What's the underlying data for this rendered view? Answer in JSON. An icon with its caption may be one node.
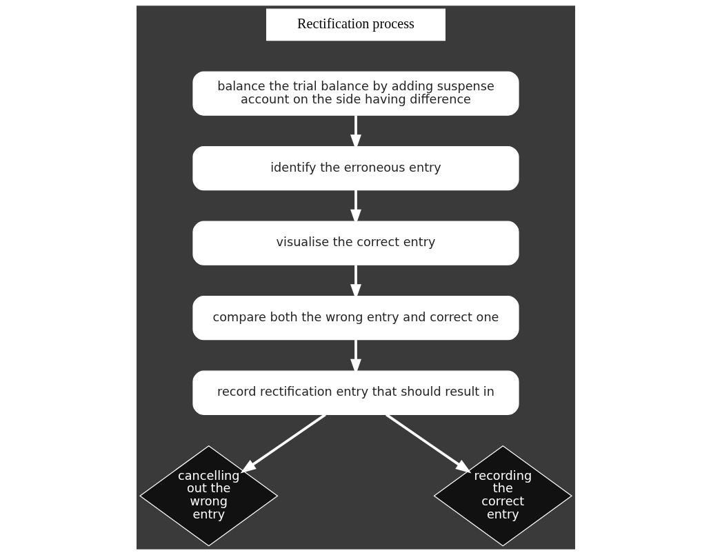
{
  "diagram": {
    "title": "Rectification process",
    "nodes": [
      {
        "text": [
          "balance the trial balance by adding suspense account on the side having difference"
        ]
      },
      {
        "text": [
          "identify the erroneous entry"
        ]
      },
      {
        "text": [
          "visualise the correct entry"
        ]
      },
      {
        "text": [
          "compare both the wrong entry and correct one"
        ]
      },
      {
        "text": [
          "record rectification entry that should result in"
        ]
      },
      {
        "text": [
          "cancelling out the wrong entry"
        ]
      },
      {
        "text": [
          "recording the correct entry"
        ]
      }
    ],
    "edges": [
      {
        "from": 0,
        "to": 1,
        "arrow": "to"
      },
      {
        "from": 1,
        "to": 2,
        "arrow": "to"
      },
      {
        "from": 2,
        "to": 3,
        "arrow": "to"
      },
      {
        "from": 3,
        "to": 4,
        "arrow": "to"
      },
      {
        "from": 4,
        "to": 5,
        "arrow": "to"
      },
      {
        "from": 4,
        "to": 6,
        "arrow": "to"
      }
    ]
  }
}
